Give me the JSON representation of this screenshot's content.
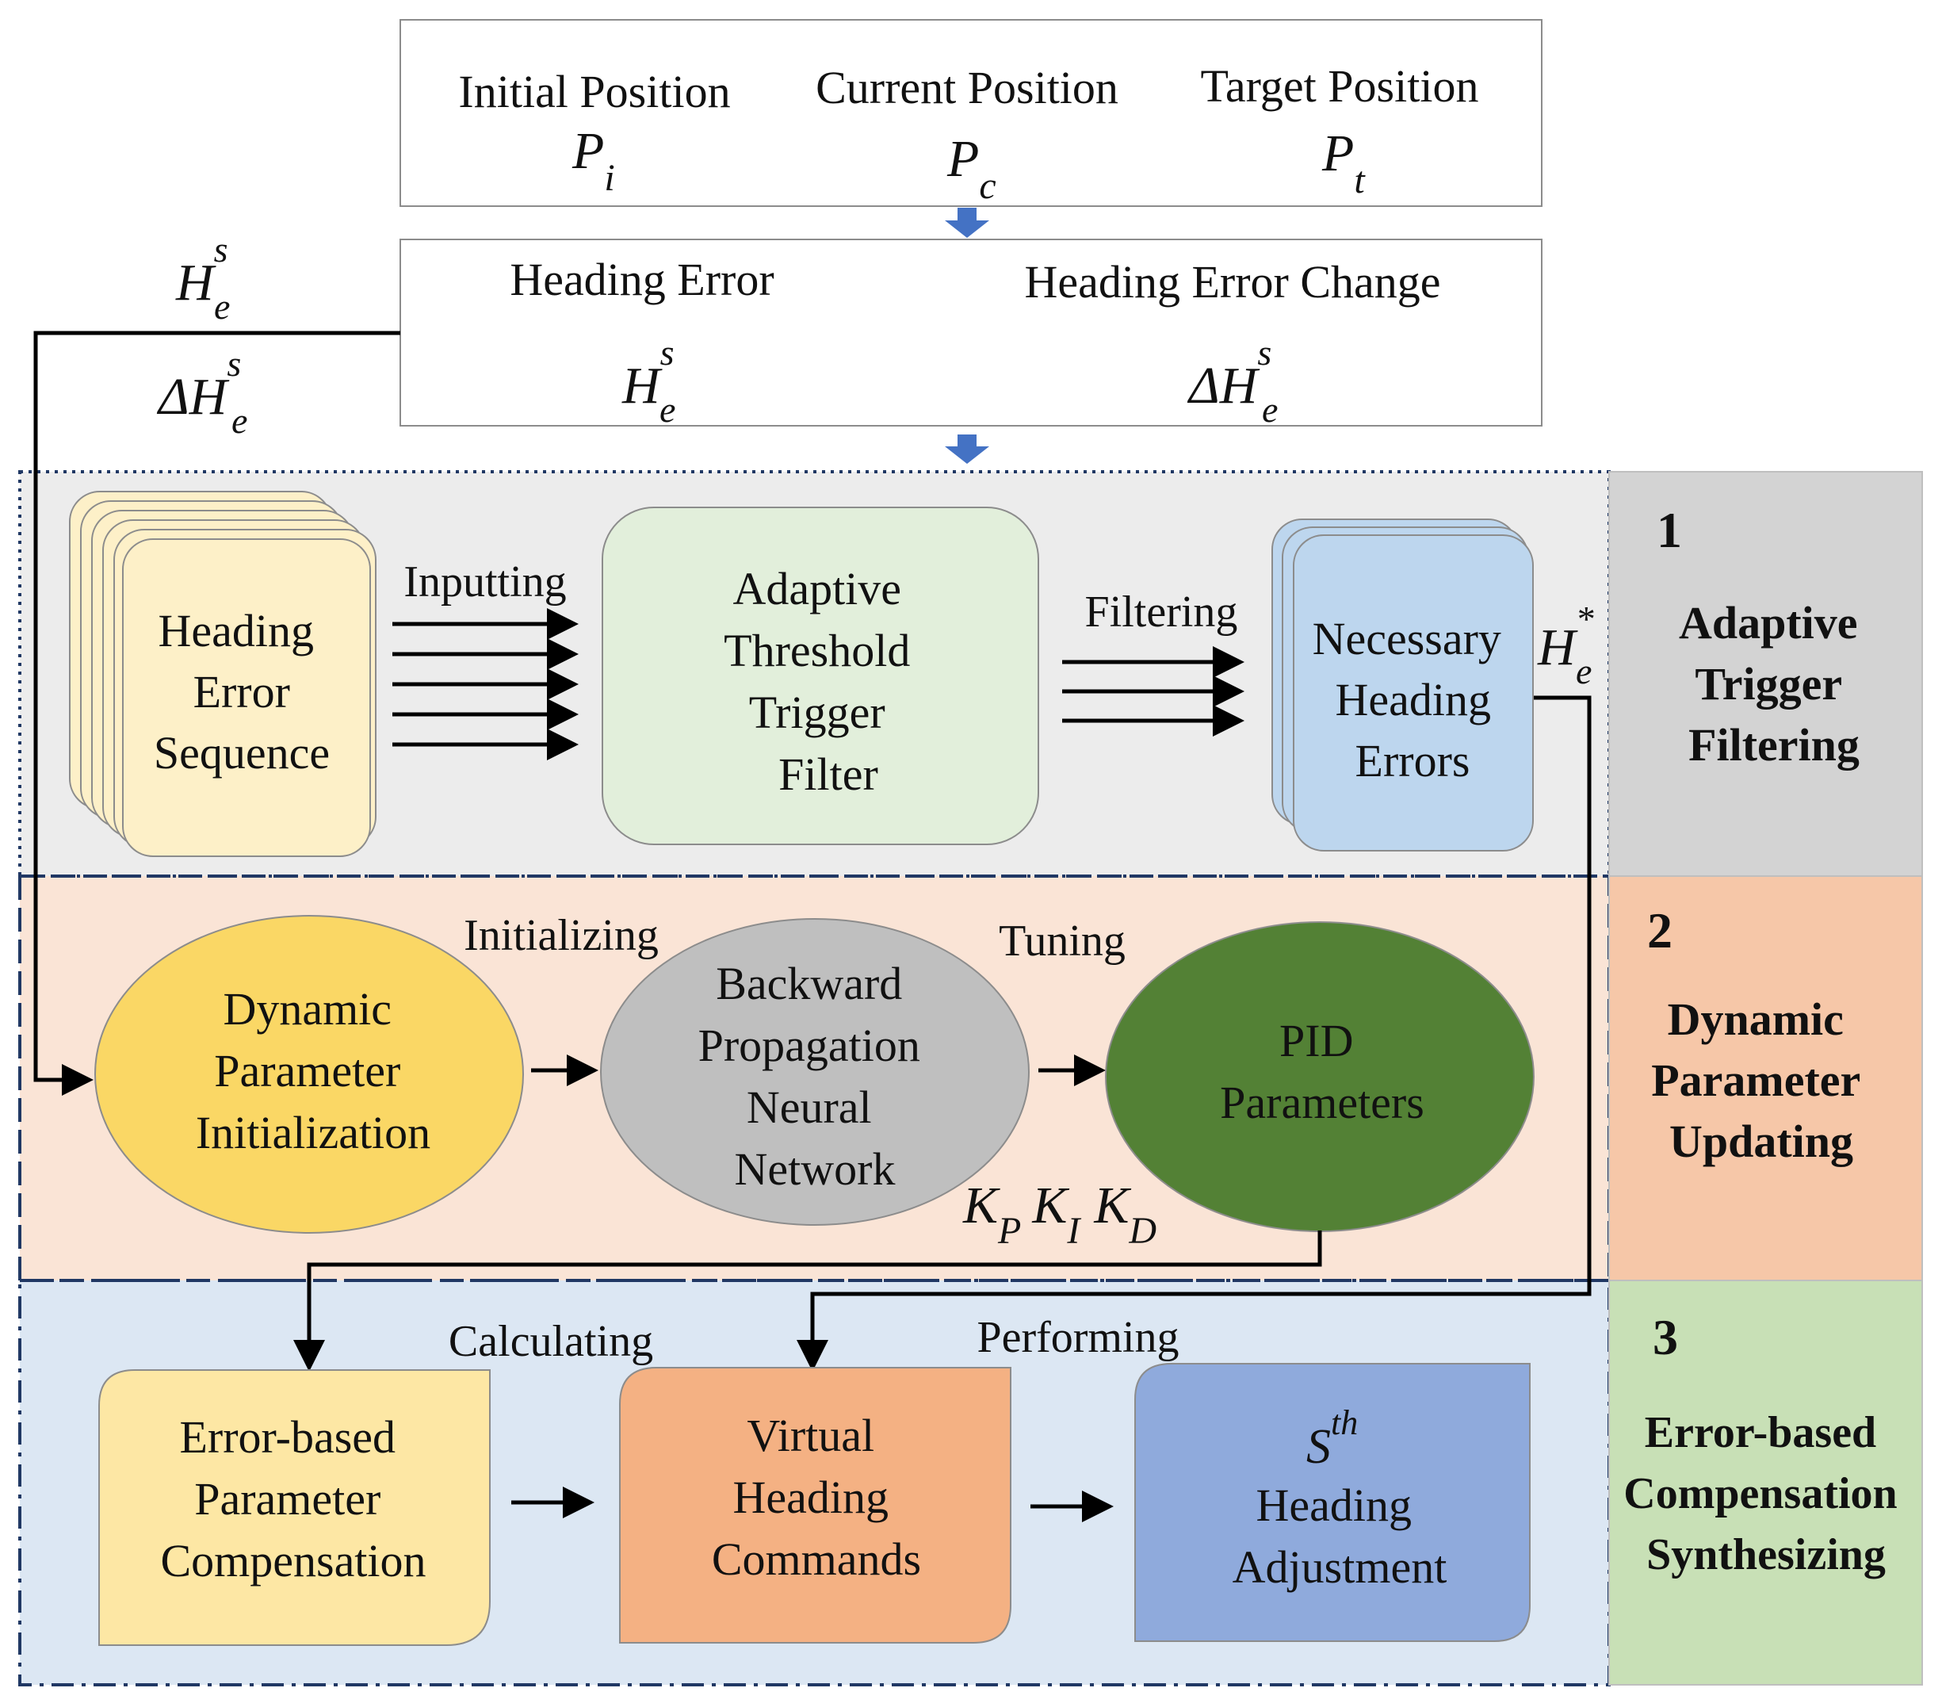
{
  "positions": {
    "initial_label": "Initial Position",
    "initial_sym": "P",
    "initial_sub": "i",
    "current_label": "Current Position",
    "current_sym": "P",
    "current_sub": "c",
    "target_label": "Target Position",
    "target_sym": "P",
    "target_sub": "t"
  },
  "errors": {
    "heading_error_label": "Heading Error",
    "heading_error_change_label": "Heading Error Change",
    "h_sym": "H",
    "h_sub": "e",
    "h_sup": "s",
    "dh_sym": "ΔH",
    "dh_sub": "e",
    "dh_sup": "s"
  },
  "feedback": {
    "h_sym": "H",
    "h_sub": "e",
    "h_sup": "s",
    "dh_sym": "ΔH",
    "dh_sub": "e",
    "dh_sup": "s"
  },
  "section1": {
    "number": "1",
    "title_lines": [
      "Adaptive",
      "Trigger",
      "Filtering"
    ],
    "sequence_lines": [
      "Heading",
      "Error",
      "Sequence"
    ],
    "inputting": "Inputting",
    "filter_lines": [
      "Adaptive",
      "Threshold",
      "Trigger",
      "Filter"
    ],
    "filtering": "Filtering",
    "necessary_lines": [
      "Necessary",
      "Heading",
      "Errors"
    ],
    "h_star_sym": "H",
    "h_star_sub": "e",
    "h_star_sup": "*"
  },
  "section2": {
    "number": "2",
    "title_lines": [
      "Dynamic",
      "Parameter",
      "Updating"
    ],
    "init_lines": [
      "Dynamic",
      "Parameter",
      "Initialization"
    ],
    "initializing": "Initializing",
    "bpnn_lines": [
      "Backward",
      "Propagation",
      "Neural",
      "Network"
    ],
    "tuning": "Tuning",
    "pid_lines": [
      "PID",
      "Parameters"
    ],
    "k": [
      "K",
      "K",
      "K"
    ],
    "k_subs": [
      "P",
      "I",
      "D"
    ]
  },
  "section3": {
    "number": "3",
    "title_lines": [
      "Error-based",
      "Compensation",
      "Synthesizing"
    ],
    "comp_lines": [
      "Error-based",
      "Parameter",
      "Compensation"
    ],
    "calculating": "Calculating",
    "virtual_lines": [
      "Virtual",
      "Heading",
      "Commands"
    ],
    "performing": "Performing",
    "s_sym": "S",
    "s_sup": "th",
    "adjust_lines": [
      "Heading",
      "Adjustment"
    ]
  },
  "colors": {
    "section1_bg": "#ececec",
    "section2_bg": "#fae4d6",
    "section3_bg": "#dce7f3",
    "label1_bg": "#d3d3d3",
    "label2_bg": "#f6c7a8",
    "label3_bg": "#c8e0b6",
    "num1": "#f2e400",
    "num2": "#2e4f95",
    "num3": "#7f6000",
    "sequence_fill": "#fdf0c8",
    "filter_fill": "#e2efdb",
    "necessary_fill": "#bdd6ee",
    "init_fill": "#fad765",
    "bpnn_fill": "#bfbfbf",
    "pid_fill": "#538135",
    "comp_fill": "#fde7a4",
    "virtual_fill": "#f4b183",
    "adjust_fill": "#8faadc",
    "arrow_blue": "#4472c4"
  }
}
